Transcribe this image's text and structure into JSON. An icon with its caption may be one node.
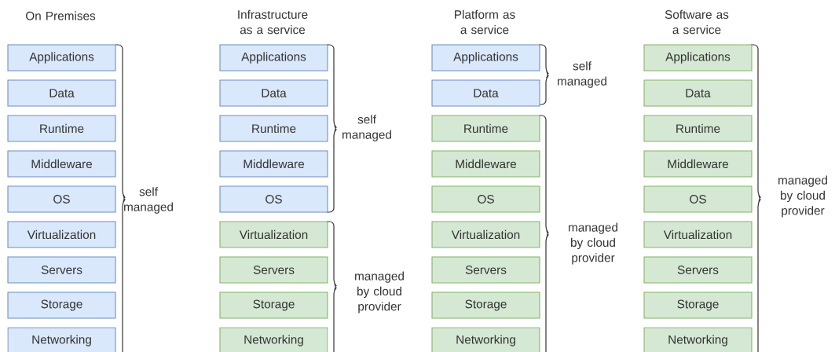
{
  "diagram": {
    "nodes": [
      {
        "text": [
          "Applications"
        ]
      },
      {
        "text": [
          "Data"
        ]
      },
      {
        "text": [
          "Runtime"
        ]
      },
      {
        "text": [
          "Middleware"
        ]
      },
      {
        "text": [
          "OS"
        ]
      },
      {
        "text": [
          "Virtualization"
        ]
      },
      {
        "text": [
          "Servers"
        ]
      },
      {
        "text": [
          "Storage"
        ]
      },
      {
        "text": [
          "Networking"
        ]
      },
      {
        "text": [
          "Applications"
        ]
      },
      {
        "text": [
          "Data"
        ]
      },
      {
        "text": [
          "Runtime"
        ]
      },
      {
        "text": [
          "Middleware"
        ]
      },
      {
        "text": [
          "OS"
        ]
      },
      {
        "text": [
          "Virtualization"
        ]
      },
      {
        "text": [
          "Servers"
        ]
      },
      {
        "text": [
          "Storage"
        ]
      },
      {
        "text": [
          "Networking"
        ]
      },
      {
        "text": [
          "Applications"
        ]
      },
      {
        "text": [
          "Data"
        ]
      },
      {
        "text": [
          "Runtime"
        ]
      },
      {
        "text": [
          "Middleware"
        ]
      },
      {
        "text": [
          "OS"
        ]
      },
      {
        "text": [
          "Virtualization"
        ]
      },
      {
        "text": [
          "Servers"
        ]
      },
      {
        "text": [
          "Storage"
        ]
      },
      {
        "text": [
          "Networking"
        ]
      },
      {
        "text": [
          "Applications"
        ]
      },
      {
        "text": [
          "Data"
        ]
      },
      {
        "text": [
          "Runtime"
        ]
      },
      {
        "text": [
          "Middleware"
        ]
      },
      {
        "text": [
          "OS"
        ]
      },
      {
        "text": [
          "Virtualization"
        ]
      },
      {
        "text": [
          "Servers"
        ]
      },
      {
        "text": [
          "Storage"
        ]
      },
      {
        "text": [
          "Networking"
        ]
      }
    ],
    "labels": [
      "On Premises",
      "Infrastructure as a service",
      "Platform as a service",
      "Software as a service",
      "self managed",
      "self managed",
      "managed by cloud provider",
      "self managed",
      "managed by cloud provider",
      "managed by cloud provider"
    ]
  }
}
